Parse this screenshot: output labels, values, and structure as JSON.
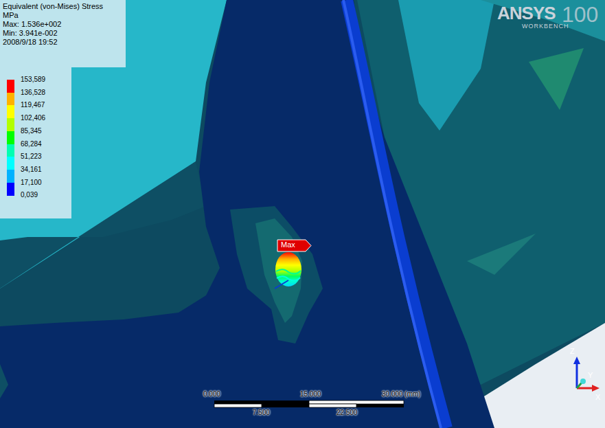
{
  "diagram": {
    "labels": [
      "Equivalent (von-Mises) Stress",
      "MPa",
      "Max: 1.536e+002",
      "Min: 3.941e-002",
      "2008/9/18 19:52",
      "0,039",
      "Max",
      "ANSYS",
      "100",
      "WORKBENCH",
      "0.000",
      "15.000",
      "30.000 (mm)",
      "7.500",
      "22.500",
      "Z",
      "Y",
      "X"
    ],
    "legend": [
      {
        "text": "153,589",
        "color": "#ff0000"
      },
      {
        "text": "136,528",
        "color": "#ffb200"
      },
      {
        "text": "119,467",
        "color": "#ffff00"
      },
      {
        "text": "102,406",
        "color": "#b2ff00"
      },
      {
        "text": "85,345",
        "color": "#00ff00"
      },
      {
        "text": "68,284",
        "color": "#00ffb2"
      },
      {
        "text": "51,223",
        "color": "#00ffff"
      },
      {
        "text": "34,161",
        "color": "#00b2ff"
      },
      {
        "text": "17,100",
        "color": "#0000ff"
      }
    ]
  }
}
